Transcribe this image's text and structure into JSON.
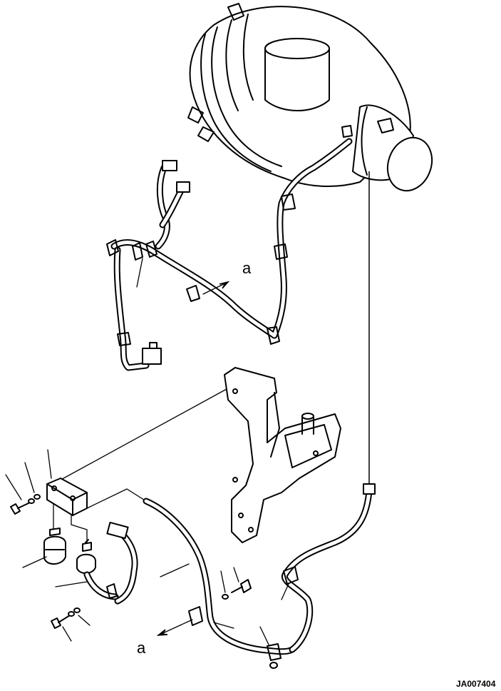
{
  "labels": {
    "view_marker_upper": "a",
    "view_marker_lower": "a"
  },
  "drawing_code": "JA007404"
}
